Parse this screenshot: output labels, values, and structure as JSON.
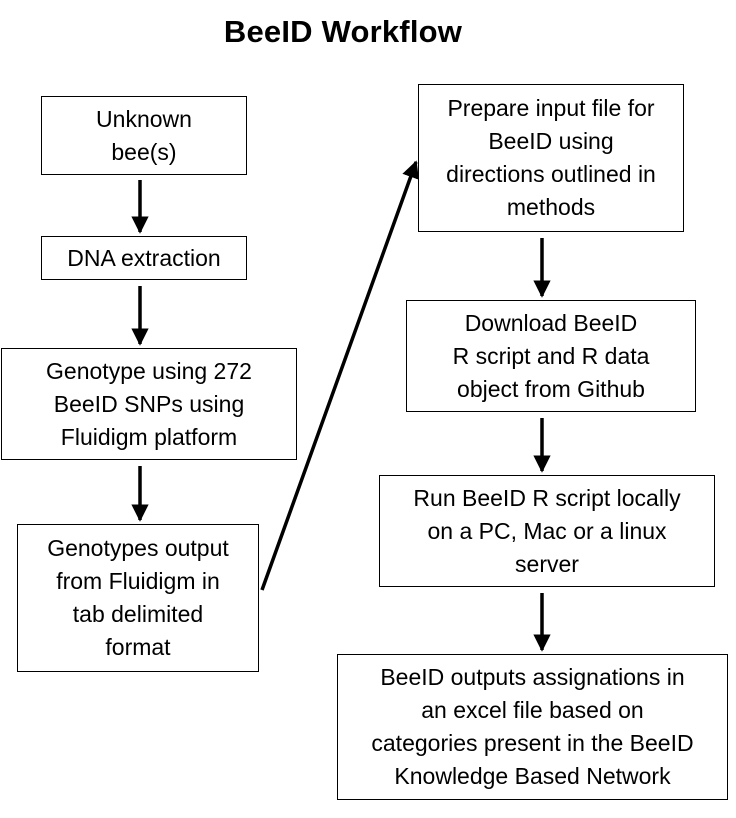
{
  "title": "BeeID Workflow",
  "steps": [
    {
      "id": "unknown_bees",
      "text": "Unknown\nbee(s)"
    },
    {
      "id": "dna_extraction",
      "text": "DNA extraction"
    },
    {
      "id": "genotype",
      "text": "Genotype using 272\nBeeID SNPs using\nFluidigm platform"
    },
    {
      "id": "genotypes_output",
      "text": "Genotypes output\nfrom Fluidigm in\ntab delimited\nformat"
    },
    {
      "id": "prepare_input",
      "text": "Prepare input file for\nBeeID using\ndirections outlined in\nmethods"
    },
    {
      "id": "download_script",
      "text": "Download BeeID\nR script and R data\nobject from Github"
    },
    {
      "id": "run_script",
      "text": "Run BeeID R script locally\non a PC, Mac or a linux\nserver"
    },
    {
      "id": "outputs",
      "text": "BeeID outputs assignations in\nan excel file based on\ncategories present in the BeeID\nKnowledge Based Network"
    }
  ],
  "connections": [
    {
      "from": "unknown_bees",
      "to": "dna_extraction"
    },
    {
      "from": "dna_extraction",
      "to": "genotype"
    },
    {
      "from": "genotype",
      "to": "genotypes_output"
    },
    {
      "from": "genotypes_output",
      "to": "prepare_input"
    },
    {
      "from": "prepare_input",
      "to": "download_script"
    },
    {
      "from": "download_script",
      "to": "run_script"
    },
    {
      "from": "run_script",
      "to": "outputs"
    }
  ]
}
